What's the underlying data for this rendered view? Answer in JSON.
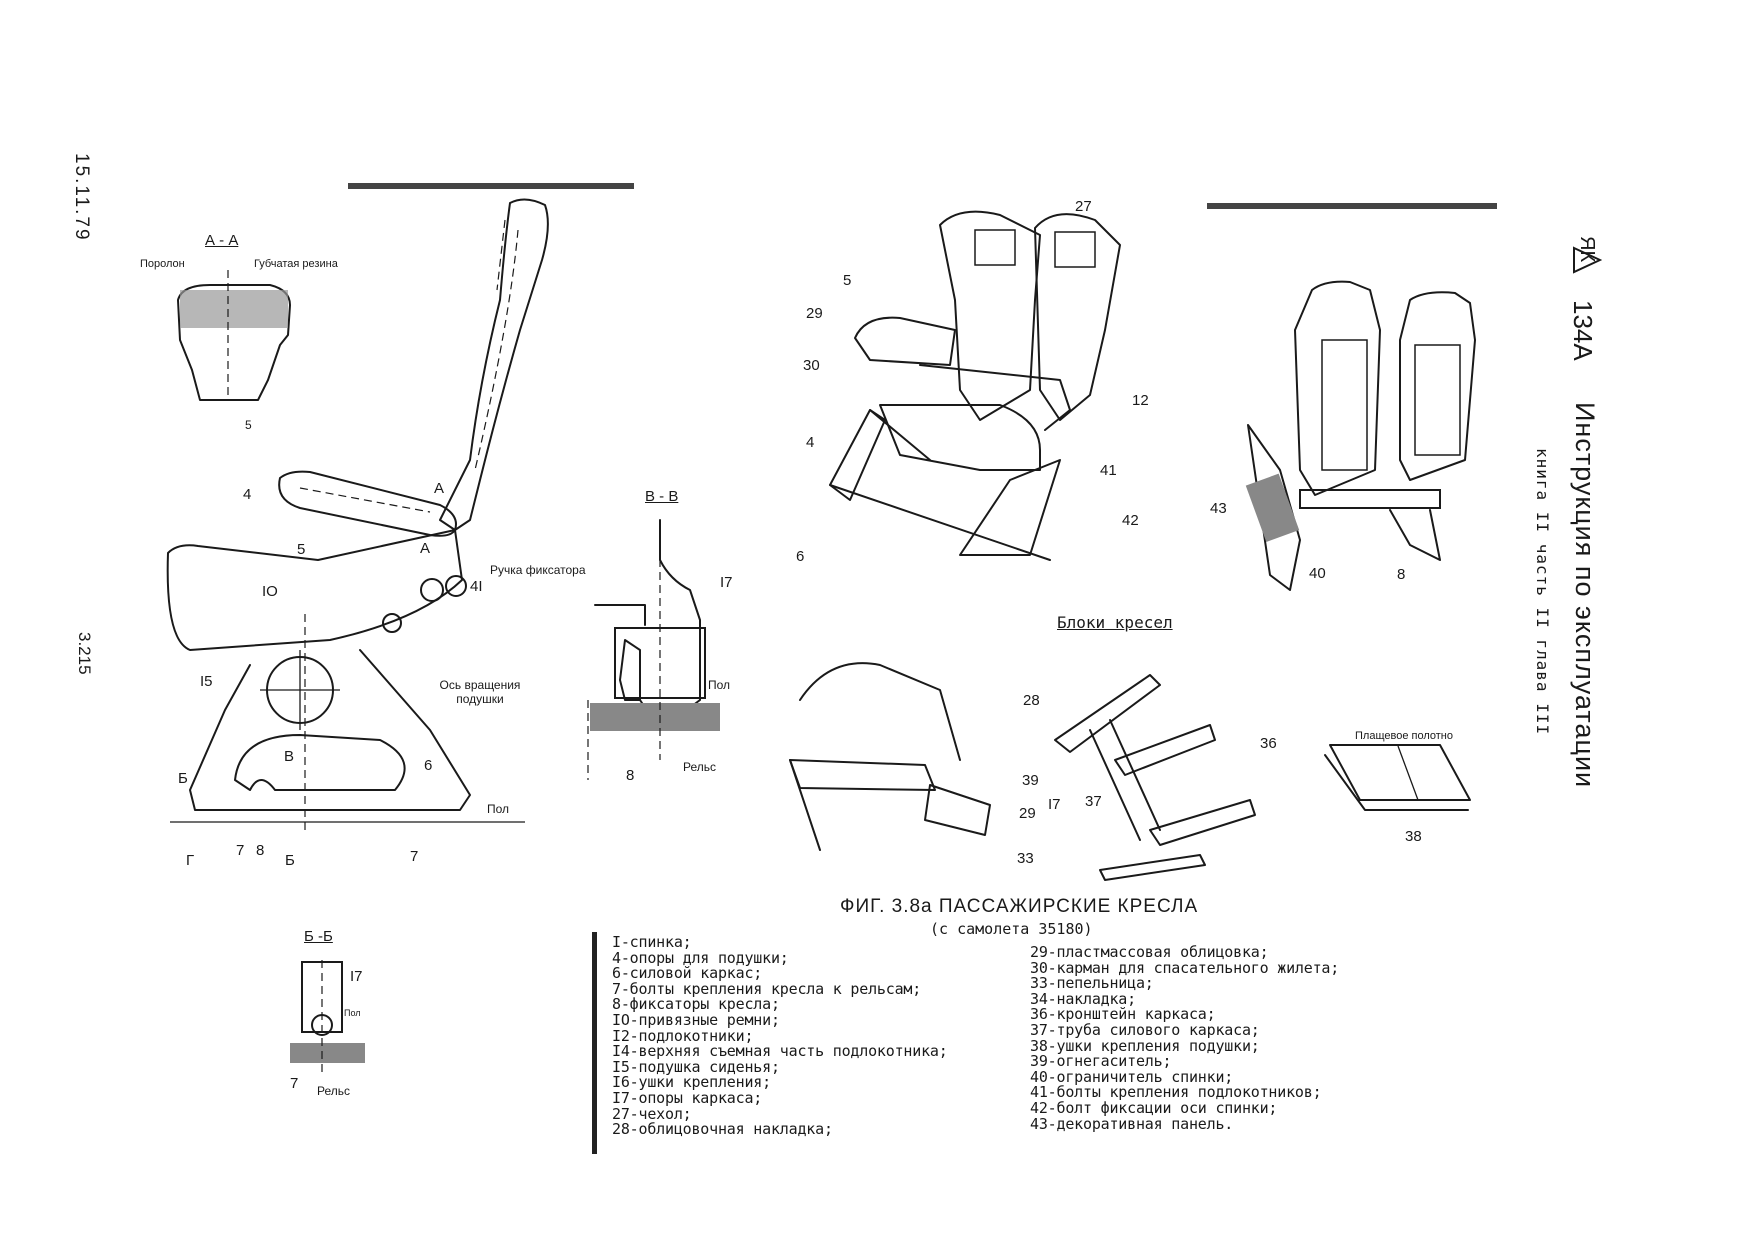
{
  "side": {
    "date": "15.11.79",
    "page_number": "3.215"
  },
  "header_right": {
    "manual_title": "Инструкция по эксплуатации",
    "book_info": "книга  II  часть  II  глава III",
    "aircraft": "134А",
    "logo_text": "ЯК"
  },
  "figure": {
    "title": "ФИГ. 3.8а ПАССАЖИРСКИЕ КРЕСЛА",
    "subtitle": "(с самолета 35180)"
  },
  "sections": {
    "aa_title": "А - А",
    "aa_label_left": "Поролон",
    "aa_label_right": "Губчатая резина",
    "aa_part": "5",
    "vv_title": "В - В",
    "bb_title": "Б -Б",
    "blocks_label": "Блоки кресел",
    "tarp_label": "Плащевое полотно"
  },
  "callouts": {
    "handle": "Ручка фиксатора",
    "pivot_axis": "Ось вращения подушки",
    "floor": "Пол",
    "rail": "Рельс",
    "floor_short": "Пол"
  },
  "side_view_numbers": [
    "4",
    "5",
    "IO",
    "I5",
    "4I",
    "6",
    "7",
    "8",
    "7",
    "А",
    "А",
    "Б",
    "Б",
    "Г",
    "В"
  ],
  "vv_numbers": [
    "I7",
    "8"
  ],
  "bb_numbers": [
    "I7",
    "7"
  ],
  "block_front_numbers": [
    "27",
    "5",
    "29",
    "30",
    "4",
    "12",
    "41",
    "42",
    "6"
  ],
  "block_rear_numbers": [
    "43",
    "40",
    "8"
  ],
  "detail_numbers": [
    "28",
    "39",
    "29",
    "33",
    "36",
    "37",
    "I7",
    "38"
  ],
  "legend": {
    "left": [
      "I-спинка;",
      "4-опоры для подушки;",
      "6-силовой каркас;",
      "7-болты крепления кресла к рельсам;",
      "8-фиксаторы кресла;",
      "IO-привязные ремни;",
      "I2-подлокотники;",
      "I4-верхняя съемная часть подлокотника;",
      "I5-подушка сиденья;",
      "I6-ушки крепления;",
      "I7-опоры каркаса;",
      "27-чехол;",
      "28-облицовочная накладка;"
    ],
    "right": [
      "29-пластмассовая облицовка;",
      "30-карман для спасательного жилета;",
      "33-пепельница;",
      "34-накладка;",
      "36-кронштейн каркаса;",
      "37-труба силового каркаса;",
      "38-ушки крепления подушки;",
      "39-огнегаситель;",
      "40-ограничитель спинки;",
      "41-болты крепления подлокотников;",
      "42-болт фиксации оси спинки;",
      "43-декоративная панель."
    ]
  }
}
